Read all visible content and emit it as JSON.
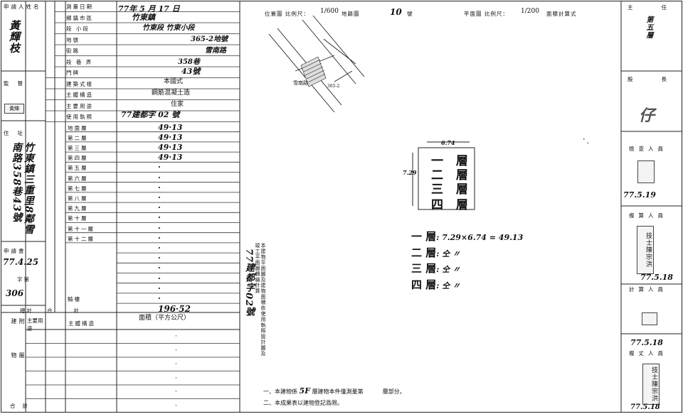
{
  "left": {
    "applicant_label": "申請人姓名",
    "applicant_name": "黃輝枝",
    "supervisor_label": "監督",
    "supervisor_value": "",
    "stamp_text": "黃輝",
    "address_label": "住址",
    "address_value": "竹東鎮三重里8鄰雪南路358巷43號",
    "application_label": "申請書",
    "application_date": "77.4.25",
    "application_no_label": "字第",
    "application_no": "306",
    "total_label": "總計",
    "annex_label": "附屬建物",
    "total_side_label": "合計"
  },
  "form": {
    "survey_date_label": "測量日期",
    "survey_date_value": "77年 5 月 17 日",
    "township_label": "鄉鎮市區",
    "township_value": "竹東鎮",
    "section_label": "段 小段",
    "section_value": "竹東段 竹東小段",
    "lot_label": "地號",
    "lot_value": "365-2地號",
    "street_label": "街路",
    "street_value": "雪南路",
    "lane_label": "段 巷 弄",
    "lane_value": "358巷",
    "door_label": "門牌",
    "door_value": "43號",
    "building_style_label": "建築式樣",
    "building_style_value": "本國式",
    "structure_label": "主體構造",
    "structure_value": "鋼筋混凝土造",
    "usage_label": "主要用途",
    "usage_value": "住家",
    "permit_label": "使用執照",
    "permit_value": "77建都字 02 號",
    "floors": [
      {
        "label": "地面層",
        "area": "49·13"
      },
      {
        "label": "第二層",
        "area": "49·13"
      },
      {
        "label": "第三層",
        "area": "49·13"
      },
      {
        "label": "第四層",
        "area": "49·13"
      },
      {
        "label": "第五層",
        "area": "·"
      },
      {
        "label": "第六層",
        "area": "·"
      },
      {
        "label": "第七層",
        "area": "·"
      },
      {
        "label": "第八層",
        "area": "·"
      },
      {
        "label": "第九層",
        "area": "·"
      },
      {
        "label": "第十層",
        "area": "·"
      },
      {
        "label": "第十一層",
        "area": "·"
      },
      {
        "label": "第十二層",
        "area": "·"
      }
    ],
    "extra_rows": [
      {
        "label": "",
        "area": "·"
      },
      {
        "label": "",
        "area": "·"
      },
      {
        "label": "",
        "area": "·"
      },
      {
        "label": "",
        "area": "·"
      },
      {
        "label": "",
        "area": "·"
      },
      {
        "label": "騎樓",
        "area": "·"
      }
    ],
    "area_unit_label": "面積（平方公尺）",
    "total_label": "合計",
    "total_value": "196·52",
    "annex_col1": "主要用途",
    "annex_col2": "主體構造",
    "annex_col3": "面積（平方公尺）",
    "annex_rows": [
      "·",
      "·",
      "·",
      "·",
      "·",
      "·"
    ]
  },
  "middle": {
    "note_vertical": "本建物平面圖及建物面積依使用執照設計圖及竣工平面圖轉繪計算",
    "permit_vertical": "77建都字02號"
  },
  "plan": {
    "location_label": "位置圖 比例尺：",
    "location_scale": "1/600",
    "map_no_label": "地籍圖",
    "map_no": "10",
    "map_no_suffix": "號",
    "floorplan_label": "平面圖 比例尺：",
    "floorplan_scale": "1/200",
    "area_calc_label": "面積計算式",
    "width_dim": "6.74",
    "height_dim": "7.29",
    "floor_names": [
      "一 層",
      "二 層",
      "三 層",
      "四 層"
    ],
    "calc": [
      {
        "floor": "一 層",
        "expr": ": 7.29×6.74 = 49.13"
      },
      {
        "floor": "二 層",
        "expr": ": 仝      〃"
      },
      {
        "floor": "三 層",
        "expr": ": 仝      〃"
      },
      {
        "floor": "四 層",
        "expr": ": 仝      〃"
      }
    ],
    "footnote1_a": "一、本建物係",
    "footnote1_b": "5F",
    "footnote1_c": "層建物本件僅測量第",
    "footnote1_d": "層部分。",
    "footnote2": "二、本成果表以建物登記爲限。",
    "map_label_road": "雪南路",
    "map_label_lot": "365-2"
  },
  "right": {
    "chief_label": "主任",
    "chief_sig": "第五層",
    "section_chief_label": "股長",
    "inspector_label": "檢查人員",
    "inspector_date": "77.5.19",
    "recheck_label": "複算人員",
    "recheck_stamp": "技士陳宗洪",
    "recheck_date": "77.5.18",
    "calc_label": "計算人員",
    "copy_date": "77.5.18",
    "copy_label": "複丈人員",
    "copy_stamp": "技士陳宗洪",
    "last_date": "77.5.18"
  }
}
